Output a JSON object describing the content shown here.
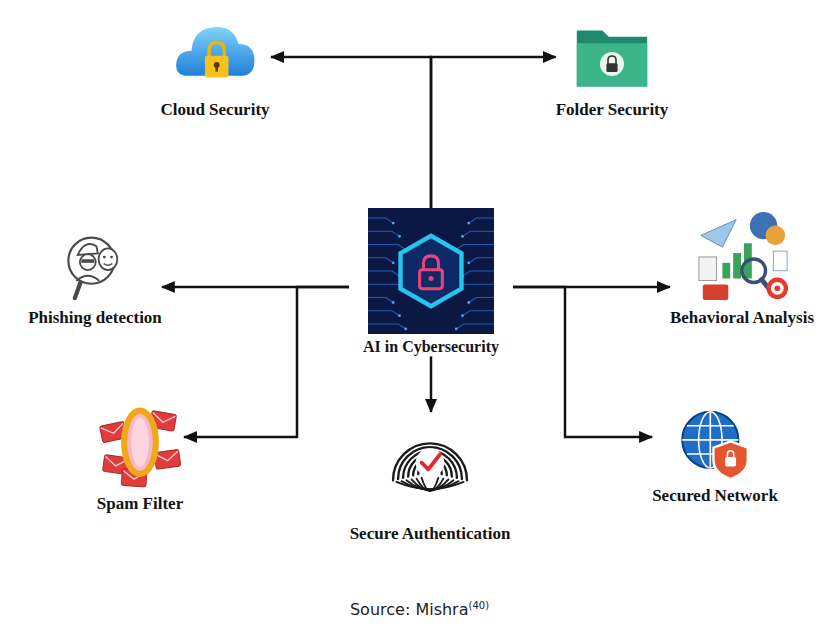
{
  "diagram": {
    "caption": "Source: Mishra",
    "nodes": [
      {
        "text": [
          "Cloud Security"
        ]
      },
      {
        "text": [
          "Folder Security"
        ]
      },
      {
        "text": [
          "Phishing detection"
        ]
      },
      {
        "text": [
          "AI in Cybersecurity"
        ]
      },
      {
        "text": [
          "Behavioral Analysis"
        ]
      },
      {
        "text": [
          "Spam Filter"
        ]
      },
      {
        "text": [
          "Secure Authentication"
        ]
      },
      {
        "text": [
          "Secured Network"
        ]
      }
    ],
    "edges": [
      {
        "from": 3,
        "to": 0,
        "arrow": "to"
      },
      {
        "from": 3,
        "to": 1,
        "arrow": "to"
      },
      {
        "from": 3,
        "to": 2,
        "arrow": "to"
      },
      {
        "from": 3,
        "to": 4,
        "arrow": "to"
      },
      {
        "from": 3,
        "to": 5,
        "arrow": "to"
      },
      {
        "from": 3,
        "to": 6,
        "arrow": "to"
      },
      {
        "from": 3,
        "to": 7,
        "arrow": "to"
      }
    ],
    "labels": [
      "(40)"
    ]
  }
}
